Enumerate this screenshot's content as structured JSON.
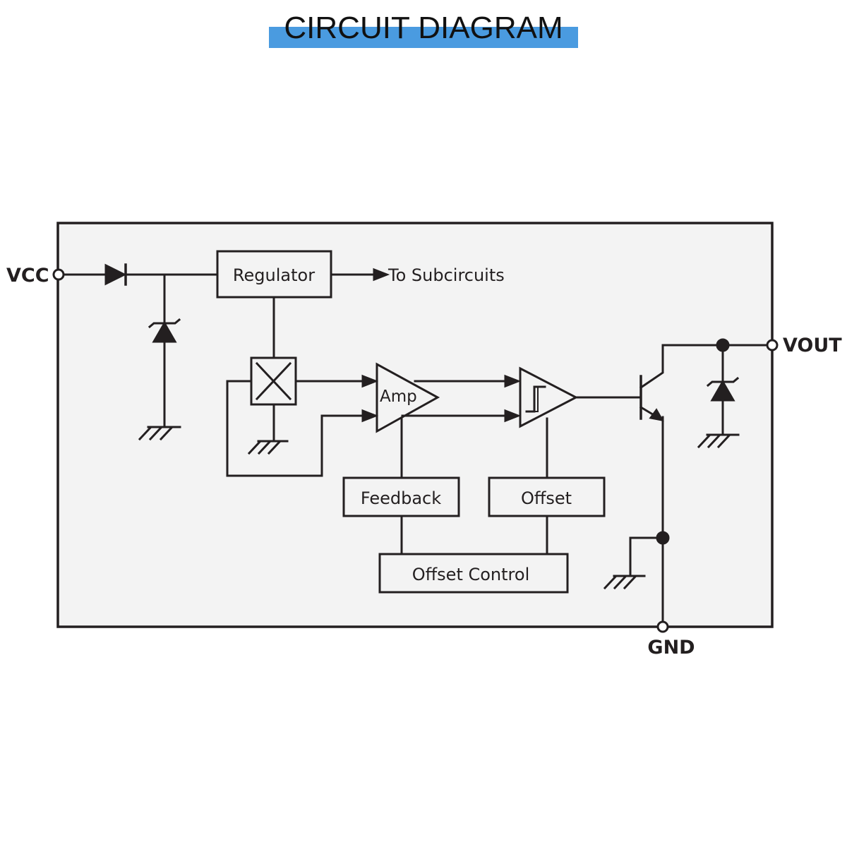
{
  "title": "CIRCUIT DIAGRAM",
  "pins": {
    "vcc": "VCC",
    "vout": "VOUT",
    "gnd": "GND"
  },
  "blocks": {
    "regulator": "Regulator",
    "to_subcircuits": "To Subcircuits",
    "amp": "Amp",
    "feedback": "Feedback",
    "offset": "Offset",
    "offset_control": "Offset Control"
  },
  "colors": {
    "title_bar": "#4a9be0",
    "package_fill": "#f3f3f3",
    "line": "#231f20"
  }
}
